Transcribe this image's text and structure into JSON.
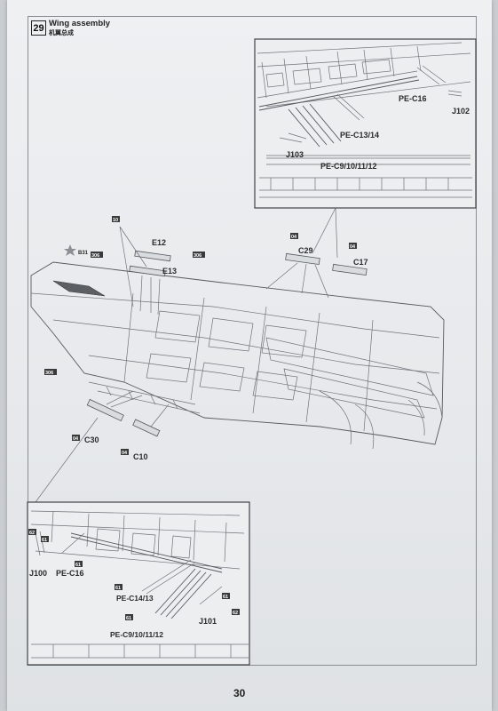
{
  "step": {
    "number": "29",
    "title": "Wing assembly",
    "subtitle": "机翼总成"
  },
  "page_number": "30",
  "colors": {
    "paper": "#eceef0",
    "line": "#6f7378",
    "tag": "#3a3a3a",
    "fill_grey": "#5c5f63"
  },
  "main_view": {
    "labels": {
      "e12": "E12",
      "e13": "E13",
      "c29": "C29",
      "c17": "C17",
      "c30": "C30",
      "c10": "C10",
      "b31": "B31"
    },
    "tags": {
      "t10": "10",
      "t306a": "306",
      "t306b": "306",
      "t306c": "306",
      "t04a": "04",
      "t04b": "04",
      "t04c": "04",
      "t04d": "04"
    }
  },
  "inset_top": {
    "labels": {
      "pe_c16": "PE-C16",
      "j102": "J102",
      "pe_c13_14": "PE-C13/14",
      "j103": "J103",
      "pe_c9_12": "PE-C9/10/11/12"
    }
  },
  "inset_bottom": {
    "labels": {
      "j100": "J100",
      "pe_c16": "PE-C16",
      "pe_c14_13": "PE-C14/13",
      "pe_c9_12": "PE-C9/10/11/12",
      "j101": "J101"
    },
    "tags": {
      "a": "62",
      "b": "61",
      "c": "61",
      "d": "61",
      "e": "61",
      "f": "61",
      "g": "62"
    }
  }
}
